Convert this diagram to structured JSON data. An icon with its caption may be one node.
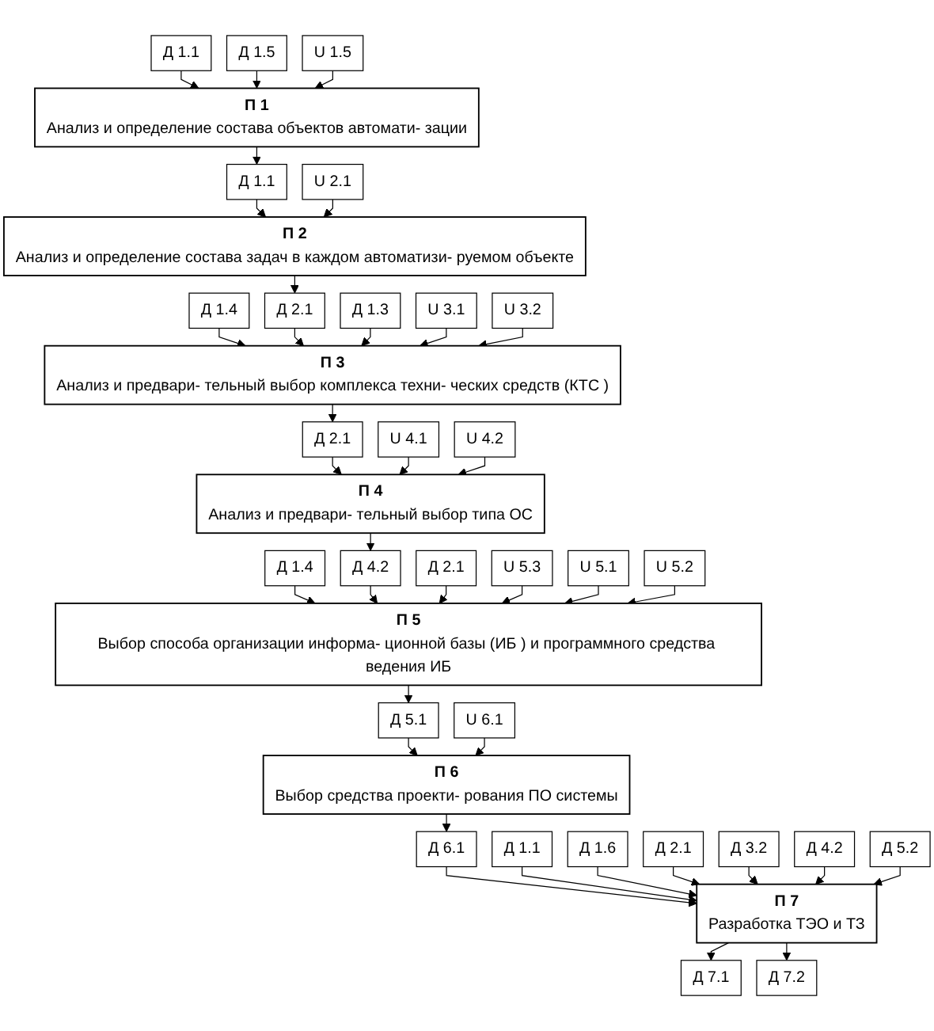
{
  "diagram": {
    "nodes": [
      {
        "text": [
          "П 1",
          "Анализ и определение состава объектов автомати- зации"
        ]
      },
      {
        "text": [
          "Д 1.1"
        ]
      },
      {
        "text": [
          "Д 1.5"
        ]
      },
      {
        "text": [
          "U 1.5"
        ]
      },
      {
        "text": [
          "П 2",
          "Анализ и определение состава задач в каждом автоматизи- руемом объекте"
        ]
      },
      {
        "text": [
          "Д 1.1"
        ]
      },
      {
        "text": [
          "U 2.1"
        ]
      },
      {
        "text": [
          "П 3",
          "Анализ и предвари- тельный выбор комплекса техни- ческих средств (КТС )"
        ]
      },
      {
        "text": [
          "Д 1.4"
        ]
      },
      {
        "text": [
          "Д 2.1"
        ]
      },
      {
        "text": [
          "Д 1.3"
        ]
      },
      {
        "text": [
          "U 3.1"
        ]
      },
      {
        "text": [
          "U 3.2"
        ]
      },
      {
        "text": [
          "Д 2.1"
        ]
      },
      {
        "text": [
          "П 4",
          "Анализ и предвари- тельный выбор типа ОС"
        ]
      },
      {
        "text": [
          "U 4.1"
        ]
      },
      {
        "text": [
          "U 4.2"
        ]
      },
      {
        "text": [
          "П 5",
          "Выбор способа организации информа- ционной базы (ИБ ) и программного средства ведения ИБ"
        ]
      },
      {
        "text": [
          "Д 1.4"
        ]
      },
      {
        "text": [
          "Д 4.2"
        ]
      },
      {
        "text": [
          "Д 2.1"
        ]
      },
      {
        "text": [
          "U 5.3"
        ]
      },
      {
        "text": [
          "U 5.1"
        ]
      },
      {
        "text": [
          "U 5.2"
        ]
      },
      {
        "text": [
          "П 6",
          "Выбор средства проекти- рования ПО системы"
        ]
      },
      {
        "text": [
          "Д 5.1"
        ]
      },
      {
        "text": [
          "U 6.1"
        ]
      },
      {
        "text": [
          "Д 6.1"
        ]
      },
      {
        "text": [
          "П 7",
          "Разработка ТЭО и ТЗ"
        ]
      },
      {
        "text": [
          "Д 1.1"
        ]
      },
      {
        "text": [
          "Д 1.6"
        ]
      },
      {
        "text": [
          "Д 2.1"
        ]
      },
      {
        "text": [
          "Д 3.2"
        ]
      },
      {
        "text": [
          "Д 4.2"
        ]
      },
      {
        "text": [
          "Д 5.2"
        ]
      },
      {
        "text": [
          "Д 7.1"
        ]
      },
      {
        "text": [
          "Д 7.2"
        ]
      }
    ],
    "edges": [
      {
        "from": 1,
        "to": 0,
        "arrow": "to"
      },
      {
        "from": 2,
        "to": 0,
        "arrow": "to"
      },
      {
        "from": 3,
        "to": 0,
        "arrow": "to"
      },
      {
        "from": 0,
        "to": 5,
        "arrow": "to"
      },
      {
        "from": 5,
        "to": 4,
        "arrow": "to"
      },
      {
        "from": 6,
        "to": 4,
        "arrow": "to"
      },
      {
        "from": 4,
        "to": 9,
        "arrow": "to"
      },
      {
        "from": 8,
        "to": 7,
        "arrow": "to"
      },
      {
        "from": 9,
        "to": 7,
        "arrow": "to"
      },
      {
        "from": 10,
        "to": 7,
        "arrow": "to"
      },
      {
        "from": 11,
        "to": 7,
        "arrow": "to"
      },
      {
        "from": 12,
        "to": 7,
        "arrow": "to"
      },
      {
        "from": 7,
        "to": 13,
        "arrow": "to"
      },
      {
        "from": 13,
        "to": 14,
        "arrow": "to"
      },
      {
        "from": 15,
        "to": 14,
        "arrow": "to"
      },
      {
        "from": 16,
        "to": 14,
        "arrow": "to"
      },
      {
        "from": 14,
        "to": 19,
        "arrow": "to"
      },
      {
        "from": 18,
        "to": 17,
        "arrow": "to"
      },
      {
        "from": 19,
        "to": 17,
        "arrow": "to"
      },
      {
        "from": 20,
        "to": 17,
        "arrow": "to"
      },
      {
        "from": 21,
        "to": 17,
        "arrow": "to"
      },
      {
        "from": 22,
        "to": 17,
        "arrow": "to"
      },
      {
        "from": 23,
        "to": 17,
        "arrow": "to"
      },
      {
        "from": 17,
        "to": 25,
        "arrow": "to"
      },
      {
        "from": 25,
        "to": 24,
        "arrow": "to"
      },
      {
        "from": 26,
        "to": 24,
        "arrow": "to"
      },
      {
        "from": 24,
        "to": 27,
        "arrow": "to"
      },
      {
        "from": 27,
        "to": 28,
        "arrow": "to"
      },
      {
        "from": 29,
        "to": 28,
        "arrow": "to"
      },
      {
        "from": 30,
        "to": 28,
        "arrow": "to"
      },
      {
        "from": 31,
        "to": 28,
        "arrow": "to"
      },
      {
        "from": 32,
        "to": 28,
        "arrow": "to"
      },
      {
        "from": 33,
        "to": 28,
        "arrow": "to"
      },
      {
        "from": 34,
        "to": 28,
        "arrow": "to"
      },
      {
        "from": 28,
        "to": 35,
        "arrow": "to"
      },
      {
        "from": 28,
        "to": 36,
        "arrow": "to"
      }
    ]
  }
}
